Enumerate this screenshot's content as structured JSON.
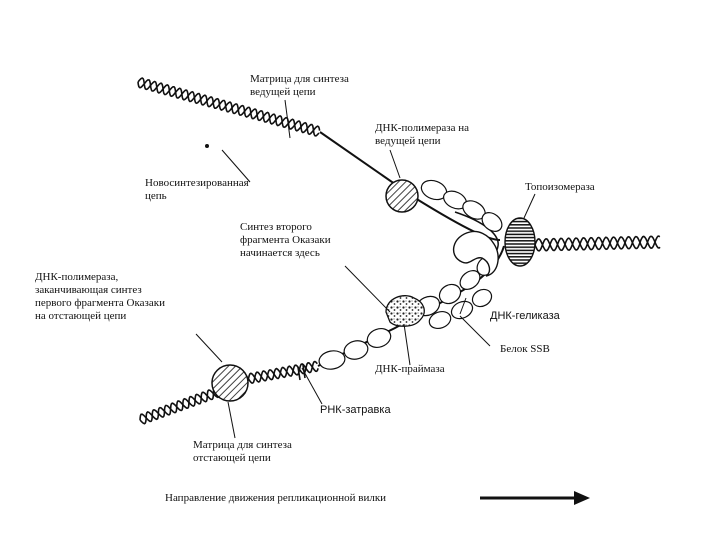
{
  "labels": {
    "leading_template": [
      "Матрица для синтеза",
      "ведущей цепи"
    ],
    "leading_polymerase": [
      "ДНК-полимераза на",
      "ведущей цепи"
    ],
    "new_strand": [
      "Новосинтезированная",
      "цепь"
    ],
    "topoisomerase": [
      "Топоизомераза"
    ],
    "okazaki_start": [
      "Синтез второго",
      "фрагмента Оказаки",
      "начинается здесь"
    ],
    "lagging_polymerase": [
      "ДНК-полимераза,",
      "заканчивающая синтез",
      "первого фрагмента Оказаки",
      "на отстающей цепи"
    ],
    "helicase": [
      "ДНК-геликаза"
    ],
    "ssb": [
      "Белок SSB"
    ],
    "primase": [
      "ДНК-праймаза"
    ],
    "primer": [
      "РНК-затравка"
    ],
    "lagging_template": [
      "Матрица для синтеза",
      "отстающей цепи"
    ],
    "direction": [
      "Направление движения репликационной вилки"
    ]
  }
}
